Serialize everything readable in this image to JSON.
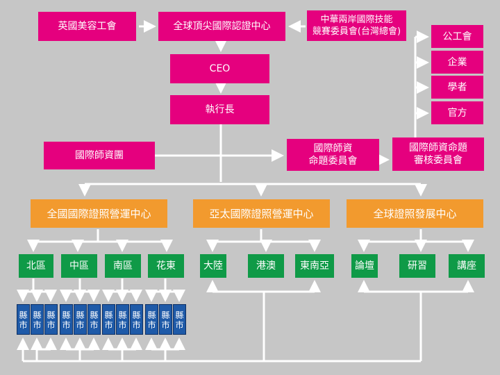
{
  "top": {
    "union": "英國美容工會",
    "center": "全球頂尖國際認證中心",
    "tw_line1": "中華兩岸國際技能",
    "tw_line2": "競賽委員會(台灣總會)"
  },
  "ceo": "CEO",
  "executive": "執行長",
  "team": "國際師資團",
  "committee": {
    "line1": "國際師資",
    "line2": "命題委員會"
  },
  "review": {
    "line1": "國際師資命題",
    "line2": "審核委員會"
  },
  "right": [
    "公工會",
    "企業",
    "學者",
    "官方"
  ],
  "ops": {
    "national": "全國國際證照營運中心",
    "asia": "亞太國際證照營運中心",
    "global": "全球證照發展中心"
  },
  "regions": [
    "北區",
    "中區",
    "南區",
    "花東"
  ],
  "asia_regions": [
    "大陸",
    "港澳",
    "東南亞"
  ],
  "global_items": [
    "論壇",
    "研習",
    "講座"
  ],
  "county": {
    "line1": "縣",
    "line2": "市"
  },
  "colors": {
    "pink": "#e5007e",
    "orange": "#f29a2e",
    "green": "#0f9a47",
    "blue": "#1e5aa8",
    "connector": "#ffffff"
  }
}
